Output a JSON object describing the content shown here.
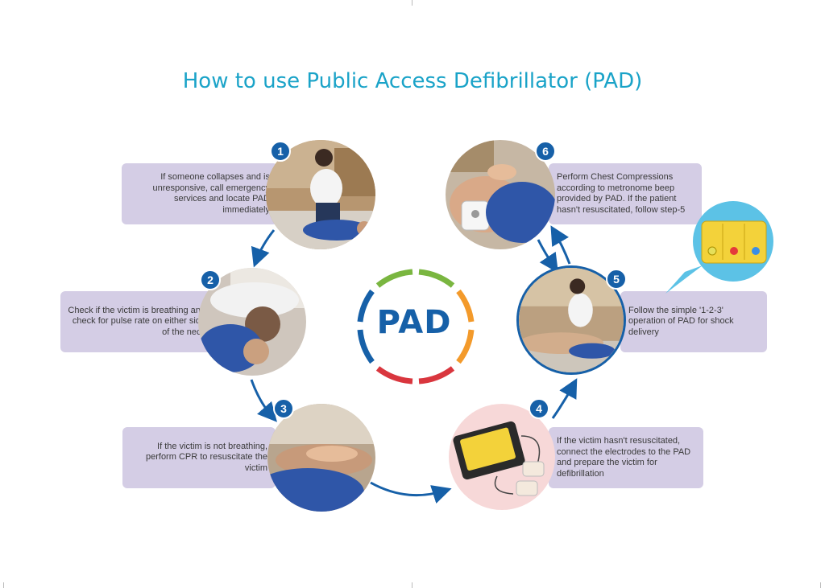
{
  "title": "How to use Public Access Defibrillator (PAD)",
  "center_label": "PAD",
  "ring_colors": [
    "#7ab640",
    "#f39a2b",
    "#d9363e",
    "#1660a8"
  ],
  "accent_color": "#1660a8",
  "title_color": "#1aa3c8",
  "steps": [
    {
      "number": "1",
      "text": "If someone collapses and is unresponsive, call emergency services and locate PAD immediately"
    },
    {
      "number": "2",
      "text": "Check if the victim is breathing and check for pulse rate on either side of the neck"
    },
    {
      "number": "3",
      "text": "If the victim is not breathing, perform CPR to resuscitate the victim"
    },
    {
      "number": "4",
      "text": "If the victim hasn't resuscitated, connect the electrodes to the PAD and prepare the victim for defibrillation"
    },
    {
      "number": "5",
      "text": "Follow the simple '1-2-3' operation of PAD for shock delivery"
    },
    {
      "number": "6",
      "text": "Perform Chest Compressions according to metronome beep provided by PAD. If the patient hasn't resuscitated, follow step-5"
    }
  ]
}
